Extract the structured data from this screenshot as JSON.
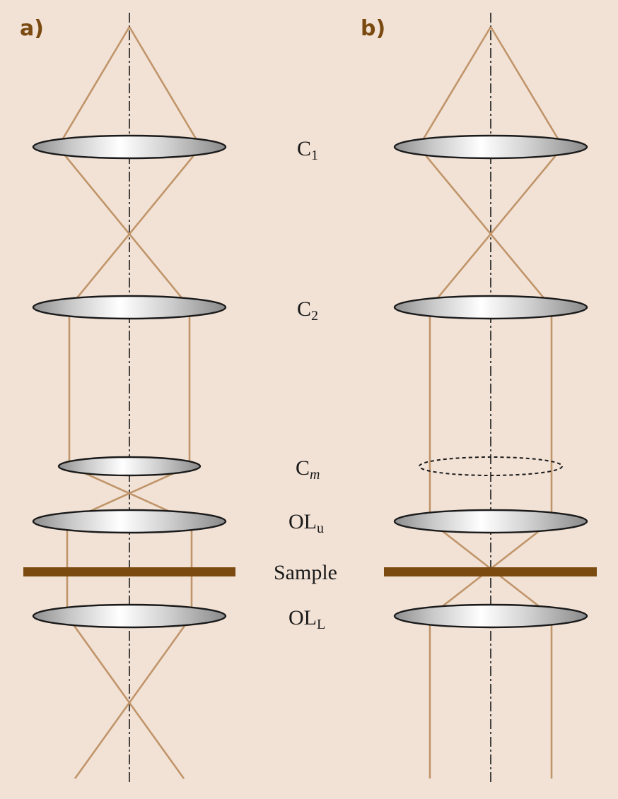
{
  "panels": [
    {
      "label": "a)"
    },
    {
      "label": "b)"
    }
  ],
  "lens_labels": [
    {
      "main": "C",
      "sub": "1",
      "sub_italic": false
    },
    {
      "main": "C",
      "sub": "2",
      "sub_italic": false
    },
    {
      "main": "C",
      "sub": "m",
      "sub_italic": true
    },
    {
      "main": "OL",
      "sub": "u",
      "sub_italic": false
    },
    {
      "main": "Sample",
      "sub": "",
      "sub_italic": false
    },
    {
      "main": "OL",
      "sub": "L",
      "sub_italic": false
    }
  ],
  "colors": {
    "background": "#f2e2d6",
    "ray": "#c0956a",
    "sample": "#7a4a10",
    "label": "#7a4a10",
    "lens_edge": "#1a1a1a",
    "axis": "#1a1a1a"
  }
}
